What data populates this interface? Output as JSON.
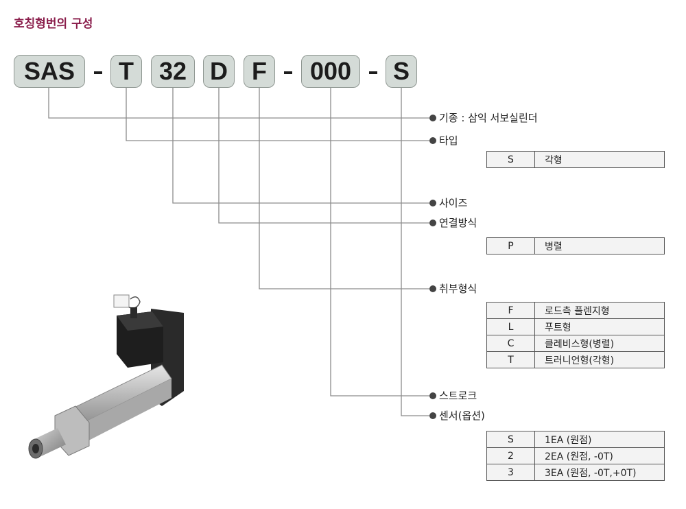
{
  "heading": "호칭형번의 구성",
  "code": {
    "seg1": "SAS",
    "seg2": "T",
    "seg3": "32",
    "seg4": "D",
    "seg5": "F",
    "seg6": "000",
    "seg7": "S",
    "dash": "-"
  },
  "labels": {
    "series": "기종 : 삼익 서보실린더",
    "type": "타입",
    "size": "사이즈",
    "connection": "연결방식",
    "mounting": "취부형식",
    "stroke": "스트로크",
    "sensor": "센서(옵션)"
  },
  "tables": {
    "type": [
      {
        "code": "S",
        "desc": "각형"
      }
    ],
    "connection": [
      {
        "code": "P",
        "desc": "병렬"
      }
    ],
    "mounting": [
      {
        "code": "F",
        "desc": "로드측 플렌지형"
      },
      {
        "code": "L",
        "desc": "푸트형"
      },
      {
        "code": "C",
        "desc": "클레비스형(병렬)"
      },
      {
        "code": "T",
        "desc": "트러니언형(각형)"
      }
    ],
    "sensor": [
      {
        "code": "S",
        "desc": "1EA (원점)"
      },
      {
        "code": "2",
        "desc": "2EA (원점, -0T)"
      },
      {
        "code": "3",
        "desc": "3EA (원점, -0T,+0T)"
      }
    ]
  },
  "colors": {
    "heading": "#8a1d4b",
    "code_box_bg": "#d4dbd7",
    "line": "#888888",
    "table_bg": "#f3f3f3"
  }
}
